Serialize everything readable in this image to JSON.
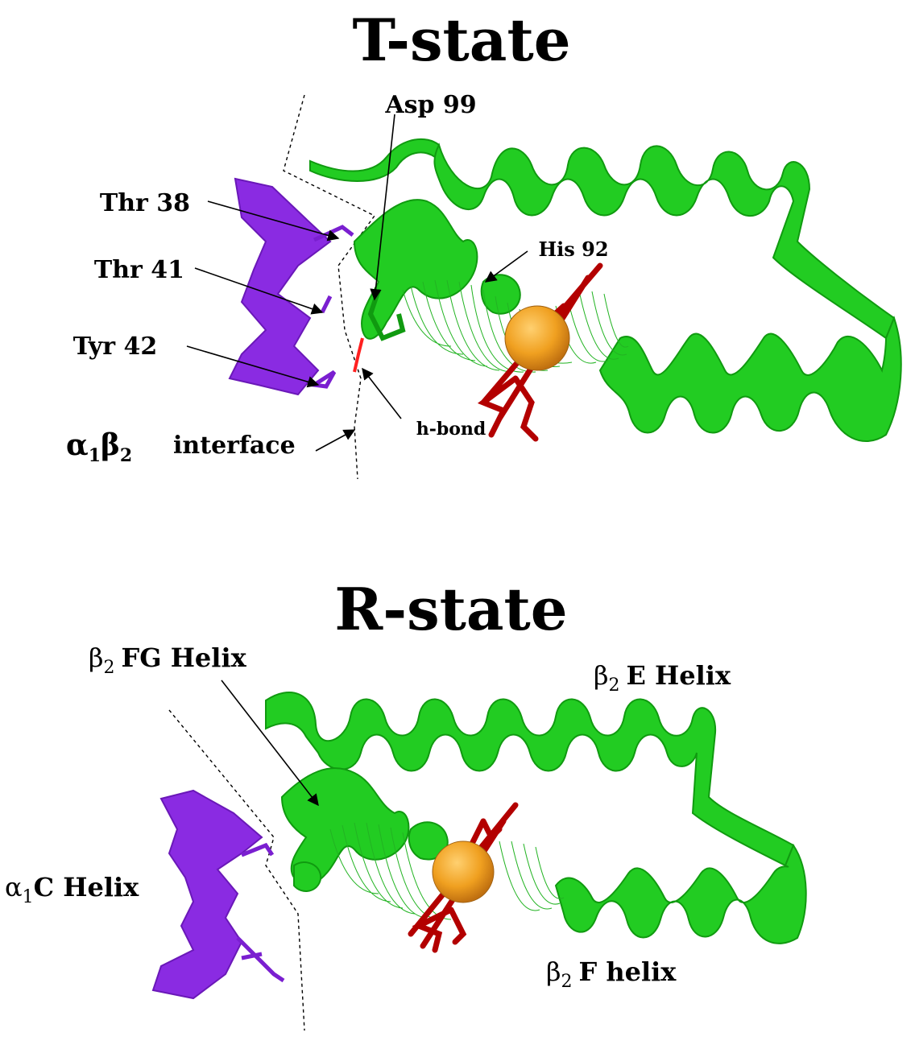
{
  "panels": {
    "t_state": {
      "title": "T-state",
      "labels": {
        "asp99": "Asp 99",
        "thr38": "Thr 38",
        "thr41": "Thr 41",
        "tyr42": "Tyr 42",
        "his92": "His 92",
        "hbond": "h-bond",
        "interface_alpha": "α",
        "interface_sub1": "1",
        "interface_beta": "β",
        "interface_sub2": "2",
        "interface_word": "interface"
      }
    },
    "r_state": {
      "title": "R-state",
      "labels": {
        "fg_beta": "β",
        "fg_sub": "2",
        "fg_text": "FG Helix",
        "e_beta": "β",
        "e_sub": "2",
        "e_text": "E Helix",
        "c_alpha": "α",
        "c_sub": "1",
        "c_text": "C Helix",
        "f_beta": "β",
        "f_sub": "2",
        "f_text": "F helix"
      }
    }
  },
  "colors": {
    "alpha_chain": "#8a2be2",
    "beta_chain": "#22cc22",
    "heme": "#b30000",
    "iron": "#f0a020",
    "hbond": "#ff2020"
  }
}
